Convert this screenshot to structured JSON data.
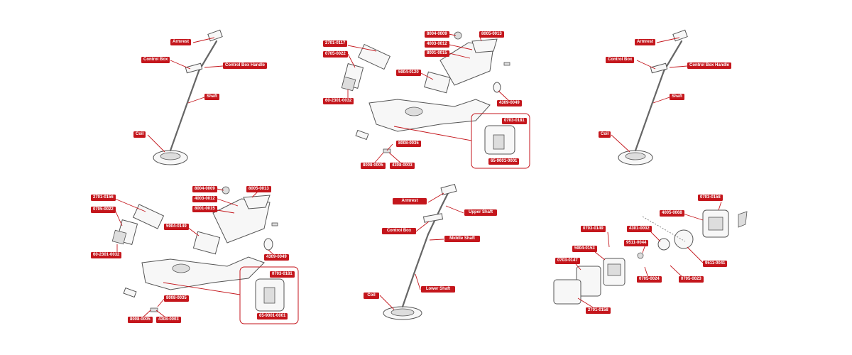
{
  "panels": {
    "p1": {
      "armrest": "Armrest",
      "control_box": "Control Box",
      "handle": "Control Box Handle",
      "shaft": "Shaft",
      "coil": "Coil"
    },
    "p2": {
      "l2701": "2701-0117",
      "l0705": "0705-0022",
      "l60": "60-2301-0032",
      "l8004": "8004-0009",
      "l8005": "8005-0013",
      "l4003": "4003-0012",
      "l8001": "8001-0015",
      "l5904": "5904-0120",
      "l4309": "4309-0049",
      "l0703": "0703-0181",
      "l659": "65-9001-0001",
      "l8008a": "8008-0035",
      "l8008b": "8008-0005",
      "l4308": "4308-0003"
    },
    "p3": {
      "armrest": "Armrest",
      "control_box": "Control Box",
      "handle": "Control Box Handle",
      "shaft": "Shaft",
      "coil": "Coil"
    },
    "p4": {
      "l2701": "2701-0156",
      "l0705": "0705-0022",
      "l60": "60-2301-0032",
      "l8004": "8004-0009",
      "l8005": "8005-0013",
      "l4003": "4003-0012",
      "l8001": "8001-0015",
      "l5904": "5904-0149",
      "l4309": "4309-0049",
      "l0703": "0703-0181",
      "l659": "65-9001-0001",
      "l8008a": "8008-0035",
      "l8008b": "8008-0005",
      "l4308": "4308-0003"
    },
    "p5": {
      "armrest": "Armrest",
      "upper": "Upper Shaft",
      "control_box": "Control Box",
      "middle": "Middle Shaft",
      "lower": "Lower Shaft",
      "coil": "Coil"
    },
    "p6": {
      "l0703a": "0703-0158",
      "l4005": "4005-0068",
      "l0703b": "0703-0149",
      "l4301": "4301-0002",
      "l9511a": "9511-0044",
      "l5904": "5904-0153",
      "l0703c": "0703-0147",
      "l9511b": "9511-0041",
      "l0705a": "0705-0024",
      "l0705b": "0705-0023",
      "l2701": "2701-0158"
    }
  }
}
